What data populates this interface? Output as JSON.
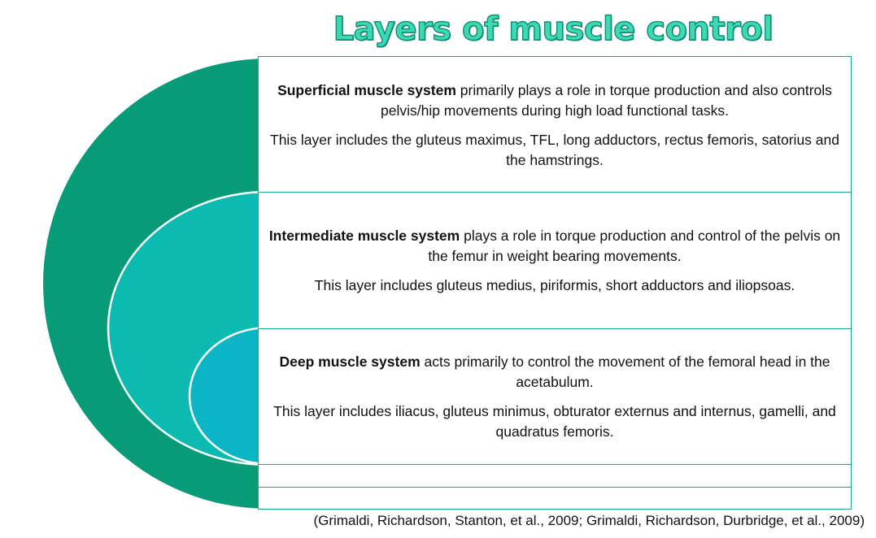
{
  "title": "Layers of muscle control",
  "colors": {
    "outer": "#079b78",
    "middle": "#0bbab1",
    "inner": "#0ab5c5",
    "border": "#13a898",
    "title_fill": "#3ed9b3",
    "title_outline": "#0c8f74"
  },
  "layers": [
    {
      "heading": "Superficial muscle system",
      "description": " primarily plays a role in torque production and also controls pelvis/hip movements during high load functional tasks.",
      "includes": "This layer includes the gluteus maximus, TFL, long adductors, rectus femoris, satorius and the hamstrings."
    },
    {
      "heading": "Intermediate muscle system",
      "description": " plays a role in torque production and control of the pelvis on the femur in weight bearing movements.",
      "includes": "This layer includes gluteus medius, piriformis, short adductors and iliopsoas."
    },
    {
      "heading": "Deep muscle system",
      "description": " acts primarily to control the movement of the femoral head in the acetabulum.",
      "includes": "This layer includes iliacus, gluteus minimus, obturator externus and internus, gamelli, and quadratus femoris."
    }
  ],
  "citation": "(Grimaldi, Richardson, Stanton, et al., 2009; Grimaldi, Richardson, Durbridge, et al., 2009)"
}
